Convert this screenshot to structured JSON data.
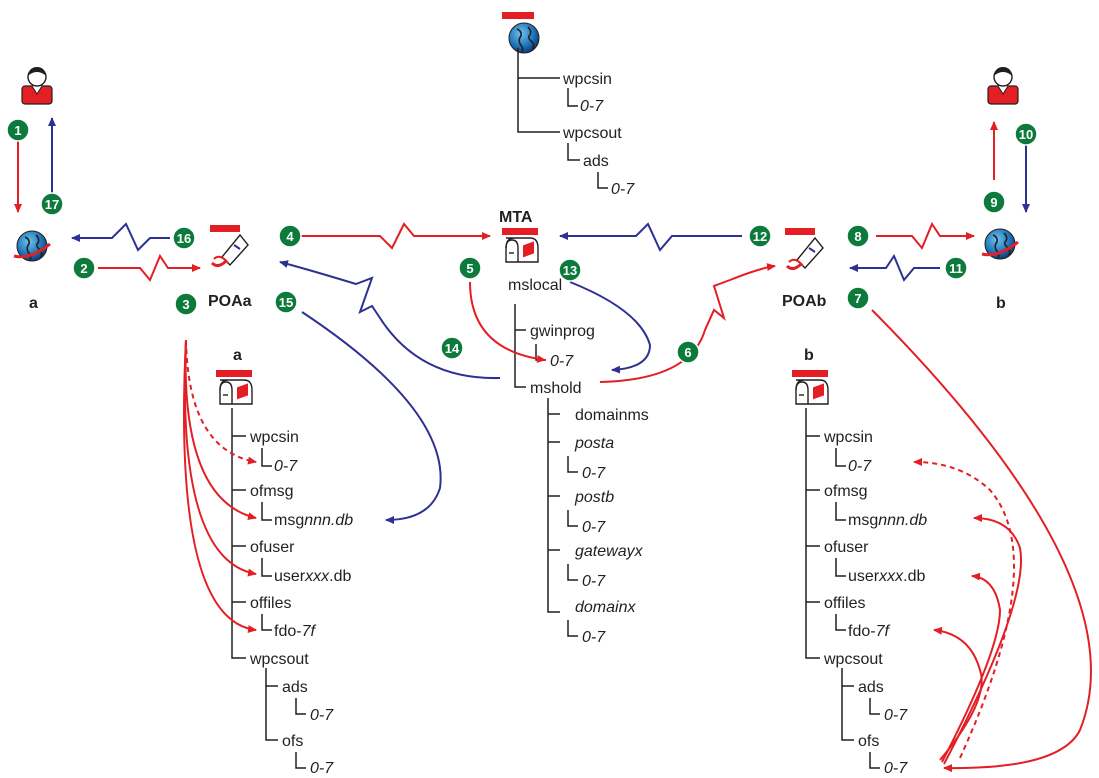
{
  "colors": {
    "red": "#e31e24",
    "blue": "#2e3192",
    "step_badge": "#0b7a3a",
    "text": "#231f20"
  },
  "icons": {
    "user": "user-icon",
    "client": "globe-client-icon",
    "post_office": "post-office-icon",
    "mailbox": "mailbox-icon",
    "internet": "globe-icon"
  },
  "labels": {
    "client_a": "a",
    "client_b": "b",
    "poa_a": "POAa",
    "poa_b": "POAb",
    "mta": "MTA",
    "po_a_dir": "a",
    "po_b_dir": "b"
  },
  "internet_tree": {
    "wpcsin": "wpcsin",
    "wpcsin_range": "0-7",
    "wpcsout": "wpcsout",
    "ads": "ads",
    "ads_range": "0-7"
  },
  "mta_tree": {
    "mslocal": "mslocal",
    "gwinprog": "gwinprog",
    "gwinprog_range": "0-7",
    "mshold": "mshold",
    "domainms": "domainms",
    "posta": "posta",
    "posta_range": "0-7",
    "postb": "postb",
    "postb_range": "0-7",
    "gatewayx": "gatewayx",
    "gatewayx_range": "0-7",
    "domainx": "domainx",
    "domainx_range": "0-7"
  },
  "po_tree": {
    "wpcsin": "wpcsin",
    "wpcsin_range": "0-7",
    "ofmsg": "ofmsg",
    "msg_prefix": "msg",
    "msg_suffix": "nnn.db",
    "ofuser": "ofuser",
    "user_prefix": "user",
    "user_mid": "xxx",
    "user_suffix": ".db",
    "offiles": "offiles",
    "fdo_prefix": "fdo-",
    "fdo_suffix": "7f",
    "wpcsout": "wpcsout",
    "ads": "ads",
    "ads_range": "0-7",
    "ofs": "ofs",
    "ofs_range": "0-7"
  },
  "steps": [
    "1",
    "2",
    "3",
    "4",
    "5",
    "6",
    "7",
    "8",
    "9",
    "10",
    "11",
    "12",
    "13",
    "14",
    "15",
    "16",
    "17"
  ]
}
